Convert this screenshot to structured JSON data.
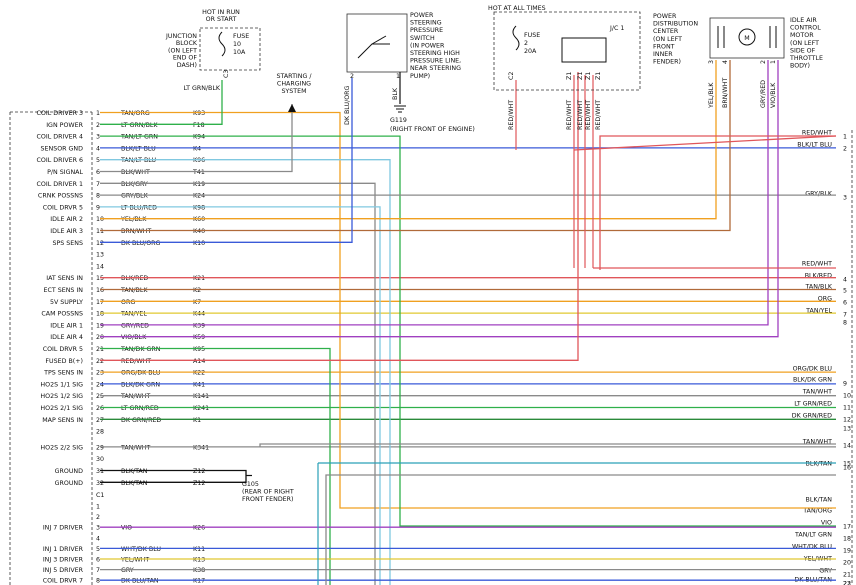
{
  "pcm_header": "C1",
  "top": {
    "hot_run_start": "HOT IN RUN OR START",
    "junction_block": [
      "JUNCTION",
      "BLOCK",
      "(ON LEFT",
      "END OF",
      "DASH)"
    ],
    "fuse10": [
      "FUSE",
      "10",
      "10A"
    ],
    "c3": "C3",
    "ltgrn_blk": "LT GRN/BLK",
    "starting": [
      "STARTING /",
      "CHARGING",
      "SYSTEM"
    ],
    "pss": [
      "POWER",
      "STEERING",
      "PRESSURE",
      "SWITCH",
      "(IN POWER",
      "STEERING HIGH",
      "PRESSURE LINE,",
      "NEAR STEERING",
      "PUMP)"
    ],
    "pss_pins": [
      "2",
      "1"
    ],
    "dkbluorg": "DK BLU/ORG",
    "blk": "BLK",
    "g119": "G119",
    "g119_loc": "(RIGHT FRONT OF ENGINE)",
    "hot_all": "HOT AT ALL TIMES",
    "fuse2": [
      "FUSE",
      "2",
      "20A"
    ],
    "jc1": "J/C 1",
    "pdc": [
      "POWER",
      "DISTRIBUTION",
      "CENTER",
      "(ON LEFT",
      "FRONT",
      "INNER",
      "FENDER)"
    ],
    "pdc_pins": [
      "C2",
      "Z1",
      "Z1",
      "Z1",
      "Z1"
    ],
    "pdc_wires": [
      "RED/WHT",
      "RED/WHT",
      "RED/WHT",
      "RED/WHT",
      "RED/WHT"
    ],
    "iac": [
      "IDLE AIR",
      "CONTROL",
      "MOTOR",
      "(ON LEFT",
      "SIDE OF",
      "THROTTLE",
      "BODY)"
    ],
    "iac_pins": [
      "3",
      "4",
      "2",
      "1"
    ],
    "iac_wires": [
      "YEL/BLK",
      "BRN/WHT",
      "GRY/RED",
      "VIO/BLK"
    ],
    "m": "M"
  },
  "pcm_rows": [
    {
      "n": "1",
      "name": "COIL DRIVER 3",
      "wire": "TAN/ORG",
      "ckt": "K93"
    },
    {
      "n": "2",
      "name": "IGN POWER",
      "wire": "LT GRN/BLK",
      "ckt": "F18"
    },
    {
      "n": "3",
      "name": "COIL DRIVER 4",
      "wire": "TAN/LT GRN",
      "ckt": "K94"
    },
    {
      "n": "4",
      "name": "SENSOR GND",
      "wire": "BLK/LT BLU",
      "ckt": "K4"
    },
    {
      "n": "5",
      "name": "COIL DRIVER 6",
      "wire": "TAN/LT BLU",
      "ckt": "K96"
    },
    {
      "n": "6",
      "name": "P/N SIGNAL",
      "wire": "BLK/WHT",
      "ckt": "T41"
    },
    {
      "n": "7",
      "name": "COIL DRIVER 1",
      "wire": "BLK/GRY",
      "ckt": "K19"
    },
    {
      "n": "8",
      "name": "CRNK POSSNS",
      "wire": "GRY/BLK",
      "ckt": "K24"
    },
    {
      "n": "9",
      "name": "COIL DRVR 5",
      "wire": "LT BLU/RED",
      "ckt": "K98"
    },
    {
      "n": "10",
      "name": "IDLE AIR 2",
      "wire": "YEL/BLK",
      "ckt": "K60"
    },
    {
      "n": "11",
      "name": "IDLE AIR 3",
      "wire": "BRN/WHT",
      "ckt": "K40"
    },
    {
      "n": "12",
      "name": "SPS SENS",
      "wire": "DK BLU/ORG",
      "ckt": "K10"
    },
    {
      "n": "13",
      "name": "",
      "wire": "",
      "ckt": ""
    },
    {
      "n": "14",
      "name": "",
      "wire": "",
      "ckt": ""
    },
    {
      "n": "15",
      "name": "IAT SENS IN",
      "wire": "BLK/RED",
      "ckt": "K21"
    },
    {
      "n": "16",
      "name": "ECT SENS IN",
      "wire": "TAN/BLK",
      "ckt": "K2"
    },
    {
      "n": "17",
      "name": "5V SUPPLY",
      "wire": "ORG",
      "ckt": "K7"
    },
    {
      "n": "18",
      "name": "CAM POSSNS",
      "wire": "TAN/YEL",
      "ckt": "K44"
    },
    {
      "n": "19",
      "name": "IDLE AIR 1",
      "wire": "GRY/RED",
      "ckt": "K39"
    },
    {
      "n": "20",
      "name": "IDLE AIR 4",
      "wire": "VIO/BLK",
      "ckt": "K59"
    },
    {
      "n": "21",
      "name": "COIL DRVR 5",
      "wire": "TAN/DK GRN",
      "ckt": "K95"
    },
    {
      "n": "22",
      "name": "FUSED B(+)",
      "wire": "RED/WHT",
      "ckt": "A14"
    },
    {
      "n": "23",
      "name": "TPS SENS IN",
      "wire": "ORG/DK BLU",
      "ckt": "K22"
    },
    {
      "n": "24",
      "name": "HO2S 1/1 SIG",
      "wire": "BLK/DK GRN",
      "ckt": "K41"
    },
    {
      "n": "25",
      "name": "HO2S 1/2 SIG",
      "wire": "TAN/WHT",
      "ckt": "K141"
    },
    {
      "n": "26",
      "name": "HO2S 2/1 SIG",
      "wire": "LT GRN/RED",
      "ckt": "K241"
    },
    {
      "n": "27",
      "name": "MAP SENS IN",
      "wire": "DK GRN/RED",
      "ckt": "K1"
    },
    {
      "n": "28",
      "name": "",
      "wire": "",
      "ckt": ""
    },
    {
      "n": "29",
      "name": "HO2S 2/2 SIG",
      "wire": "TAN/WHT",
      "ckt": "K341"
    },
    {
      "n": "30",
      "name": "",
      "wire": "",
      "ckt": ""
    },
    {
      "n": "31",
      "name": "GROUND",
      "wire": "BLK/TAN",
      "ckt": "Z12"
    },
    {
      "n": "32",
      "name": "GROUND",
      "wire": "BLK/TAN",
      "ckt": "Z12"
    }
  ],
  "g105": [
    "G105",
    "(REAR OF RIGHT",
    "FRONT FENDER)"
  ],
  "c1_rows": [
    {
      "n": "1",
      "name": "",
      "wire": "",
      "ckt": ""
    },
    {
      "n": "2",
      "name": "",
      "wire": "",
      "ckt": ""
    },
    {
      "n": "3",
      "name": "INJ 7 DRIVER",
      "wire": "VIO",
      "ckt": "K26"
    },
    {
      "n": "4",
      "name": "",
      "wire": "",
      "ckt": ""
    },
    {
      "n": "5",
      "name": "INJ 1 DRIVER",
      "wire": "WHT/DK BLU",
      "ckt": "K11"
    },
    {
      "n": "6",
      "name": "INJ 3 DRIVER",
      "wire": "YEL/WHT",
      "ckt": "K13"
    },
    {
      "n": "7",
      "name": "INJ 5 DRIVER",
      "wire": "GRY",
      "ckt": "K38"
    },
    {
      "n": "8",
      "name": "COIL DRVR 7",
      "wire": "DK BLU/TAN",
      "ckt": "K17"
    }
  ],
  "right_labels": [
    {
      "label": "RED/WHT",
      "n": "1"
    },
    {
      "label": "BLK/LT BLU",
      "n": "2"
    },
    {
      "label": "GRY/BLK",
      "n": "3"
    },
    {
      "label": "RED/WHT",
      "n": ""
    },
    {
      "label": "BLK/RED",
      "n": "4"
    },
    {
      "label": "TAN/BLK",
      "n": "5"
    },
    {
      "label": "ORG",
      "n": "6"
    },
    {
      "label": "TAN/YEL",
      "n": "7"
    },
    {
      "label": "",
      "n": "8"
    },
    {
      "label": "ORG/DK BLU",
      "n": ""
    },
    {
      "label": "BLK/DK GRN",
      "n": "9"
    },
    {
      "label": "TAN/WHT",
      "n": "10"
    },
    {
      "label": "LT GRN/RED",
      "n": "11"
    },
    {
      "label": "DK GRN/RED",
      "n": "12"
    },
    {
      "label": "",
      "n": "13"
    },
    {
      "label": "TAN/WHT",
      "n": "14"
    },
    {
      "label": "",
      "n": "15"
    },
    {
      "label": "BLK/TAN",
      "n": "16"
    },
    {
      "label": "BLK/TAN",
      "n": ""
    },
    {
      "label": "TAN/ORG",
      "n": ""
    },
    {
      "label": "VIO",
      "n": "17"
    },
    {
      "label": "TAN/LT GRN",
      "n": "18"
    },
    {
      "label": "WHT/DK BLU",
      "n": "19"
    },
    {
      "label": "YEL/WHT",
      "n": "20"
    },
    {
      "label": "GRY",
      "n": "21"
    },
    {
      "label": "DK BLU/TAN",
      "n": "22"
    },
    {
      "label": "",
      "n": "23"
    }
  ],
  "colors": {
    "redwht": "#e0565a",
    "green": "#2fb04a",
    "blue": "#3a5ad8",
    "gray": "#8a8a8a",
    "orange": "#f0a020",
    "yellow": "#e0c830",
    "brown": "#b06a3a",
    "violet": "#a040c0",
    "lightblue": "#80c8e0",
    "teal": "#2aa0b8",
    "darkgreen": "#2a8a3a",
    "black": "#111111"
  }
}
